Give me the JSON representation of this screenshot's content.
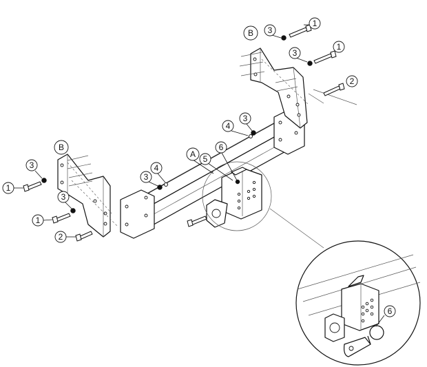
{
  "labels": {
    "A": "A",
    "B": "B",
    "n1": "1",
    "n2": "2",
    "n3": "3",
    "n4": "4",
    "n5": "5",
    "n6": "6"
  }
}
